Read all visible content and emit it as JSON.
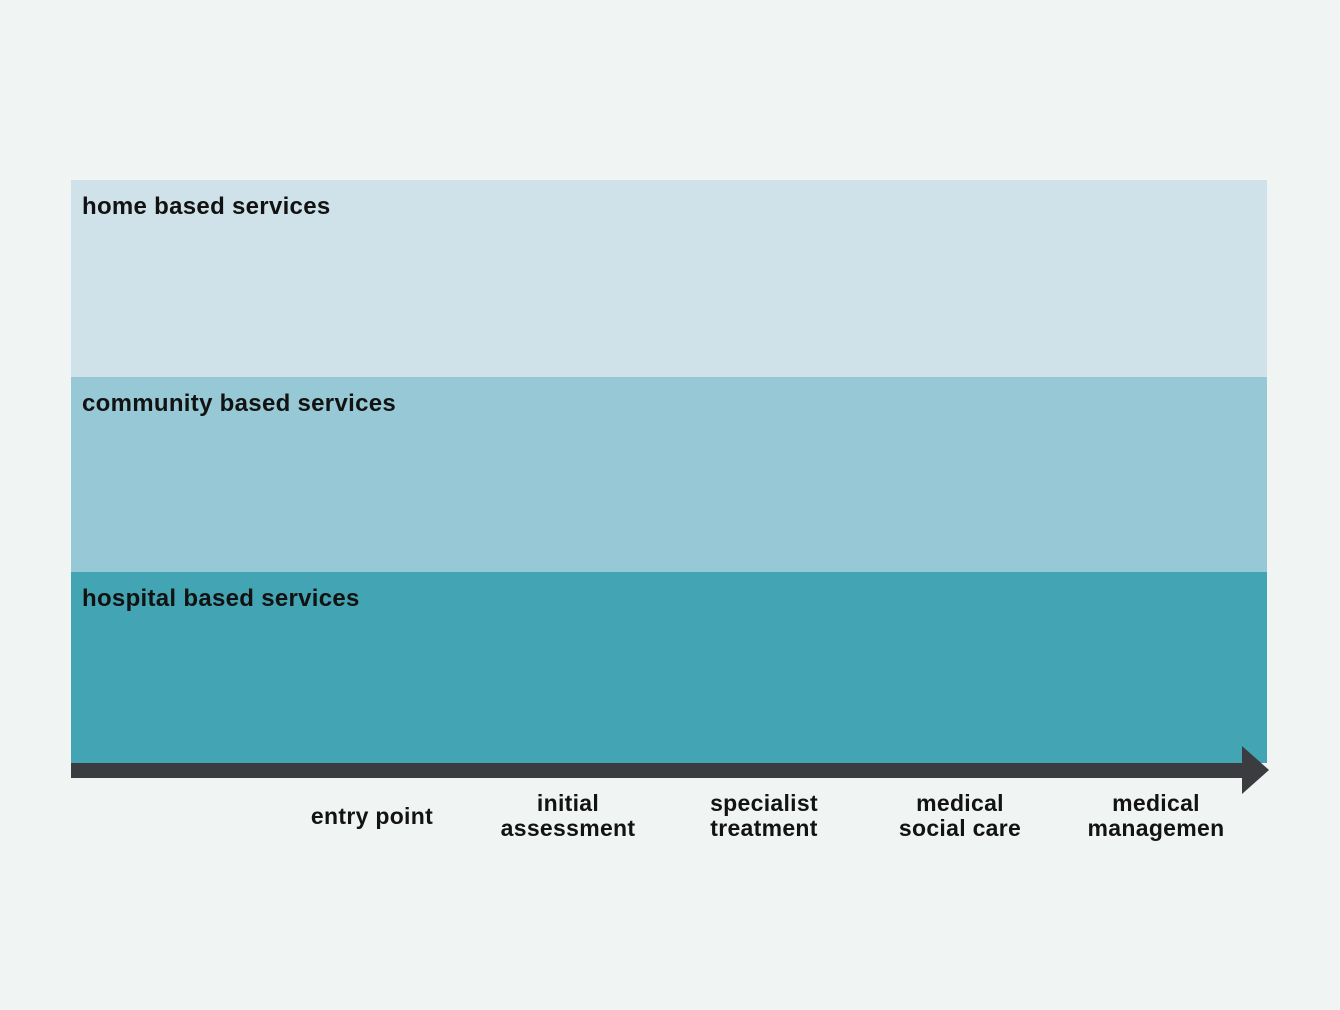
{
  "page": {
    "background_color": "#f0f4f2",
    "text_color": "#131313"
  },
  "bands": [
    {
      "label": "home based services",
      "color": "#d0e2e9"
    },
    {
      "label": "community based services",
      "color": "#96c9d5"
    },
    {
      "label": "hospital based services",
      "color": "#43a4b3"
    }
  ],
  "timeline": {
    "arrow_color": "#3a3c40",
    "stages": [
      {
        "label": "entry point"
      },
      {
        "label": "initial\nassessment"
      },
      {
        "label": "specialist\ntreatment"
      },
      {
        "label": "medical\nsocial care"
      },
      {
        "label": "medical\nmanagemen"
      }
    ]
  }
}
